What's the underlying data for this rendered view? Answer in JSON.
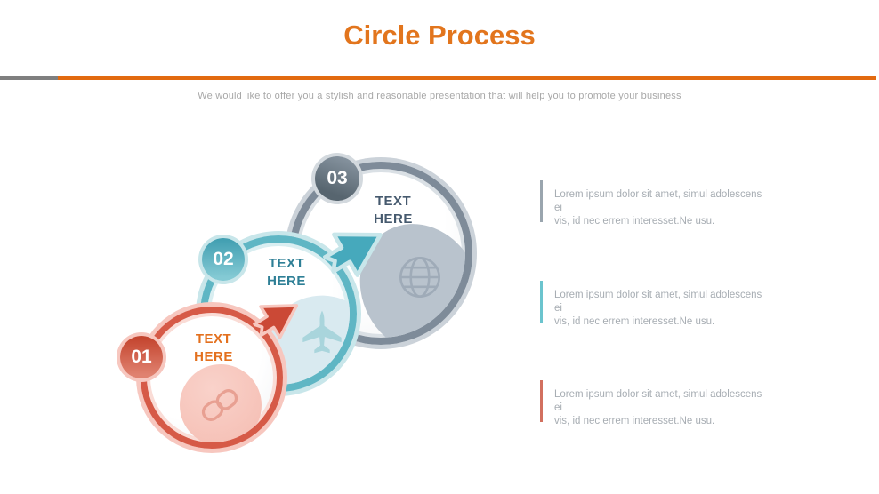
{
  "slide": {
    "title": "Circle Process",
    "subtitle": "We would like to offer you a stylish and reasonable presentation that will help you to promote your business"
  },
  "steps": [
    {
      "number": "01",
      "label": "TEXT\nHERE",
      "icon": "link-icon",
      "accent": "#D65A47",
      "accent_light": "#F7C7BF",
      "label_color": "#E3701E"
    },
    {
      "number": "02",
      "label": "TEXT\nHERE",
      "icon": "plane-icon",
      "accent": "#5FB6C4",
      "accent_light": "#C8E6EA",
      "label_color": "#2E7F96"
    },
    {
      "number": "03",
      "label": "TEXT\nHERE",
      "icon": "globe-icon",
      "accent": "#7E8B99",
      "accent_light": "#CBD2D9",
      "label_color": "#465A6E"
    }
  ],
  "notes": [
    {
      "text": "Lorem ipsum dolor sit amet, simul adolescens ei\nvis, id nec errem interesset.Ne usu.",
      "accent": "#9AA5AE"
    },
    {
      "text": "Lorem ipsum dolor sit amet, simul adolescens ei\nvis, id nec errem interesset.Ne usu.",
      "accent": "#6BC4CE"
    },
    {
      "text": "Lorem ipsum dolor sit amet, simul adolescens ei\nvis, id nec errem interesset.Ne usu.",
      "accent": "#D2705F"
    }
  ],
  "colors": {
    "title_orange": "#E2751D",
    "divider_orange": "#E26A10",
    "divider_gray": "#7F7F7F",
    "subtitle_gray": "#A8A8A8",
    "note_text_gray": "#A7ADB3"
  }
}
